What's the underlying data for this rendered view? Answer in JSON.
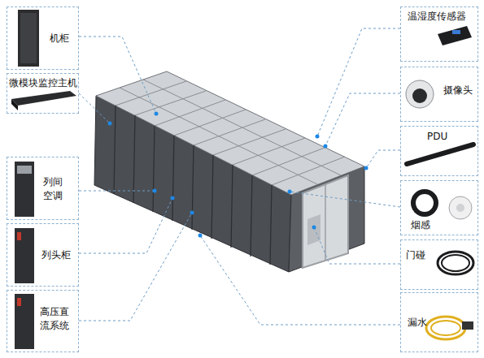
{
  "diagram": {
    "nodes": [
      {
        "text": [
          "机柜"
        ]
      },
      {
        "text": [
          "微模块监控主机"
        ]
      },
      {
        "text": [
          "列间空调"
        ]
      },
      {
        "text": [
          "列头柜"
        ]
      },
      {
        "text": [
          "高压直流系统"
        ]
      },
      {
        "text": [
          "温湿度传感器"
        ]
      },
      {
        "text": [
          "摄像头"
        ]
      },
      {
        "text": [
          "PDU"
        ]
      },
      {
        "text": [
          "烟感"
        ]
      },
      {
        "text": [
          "门碰"
        ]
      },
      {
        "text": [
          "漏水"
        ]
      }
    ]
  }
}
